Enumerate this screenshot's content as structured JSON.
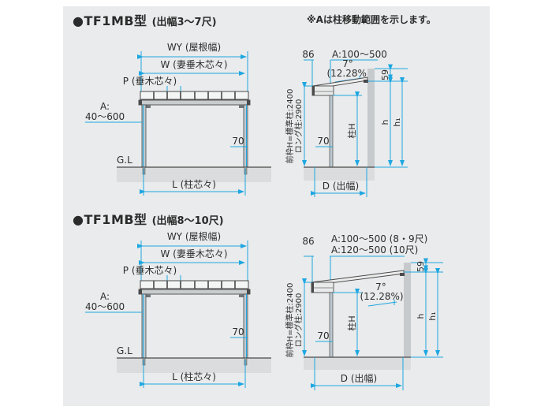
{
  "page": {
    "background": "#ffffff",
    "panel_background": "#e9ebec",
    "accent_color": "#1ea7e1",
    "text_color": "#2d2d2d",
    "note": "※Aは柱移動範囲を示します。"
  },
  "sections": [
    {
      "title": "●TF1MB型",
      "subtitle": "(出幅3〜7尺)"
    },
    {
      "title": "●TF1MB型",
      "subtitle": "(出幅8〜10尺)"
    }
  ],
  "front_view": {
    "roof_width_label": "WY (屋根幅)",
    "rafter_width_label": "W (妻垂木芯々)",
    "pitch_label": "P (垂木芯々)",
    "post_range_prefix": "A:",
    "post_range_value": "40〜600",
    "ground_label": "G.L",
    "foot_height": "70",
    "post_span_label": "L (柱芯々)"
  },
  "side_view_common": {
    "eave_offset": "86",
    "angle": "7°",
    "gradient": "(12.28%)",
    "wall_top_offset": "59",
    "post_height_label": "柱H",
    "height_h": "h",
    "height_h1": "h₁",
    "front_height_line1": "前枠H=標準柱:2400",
    "front_height_line2": "ロング柱:2900",
    "foot_height": "70",
    "depth_label": "D (出幅)"
  },
  "side_view_1": {
    "post_move_range": "A:100〜500"
  },
  "side_view_2": {
    "post_move_range_89": "A:100〜500 (8・9尺)",
    "post_move_range_10": "A:120〜500 (10尺)"
  }
}
